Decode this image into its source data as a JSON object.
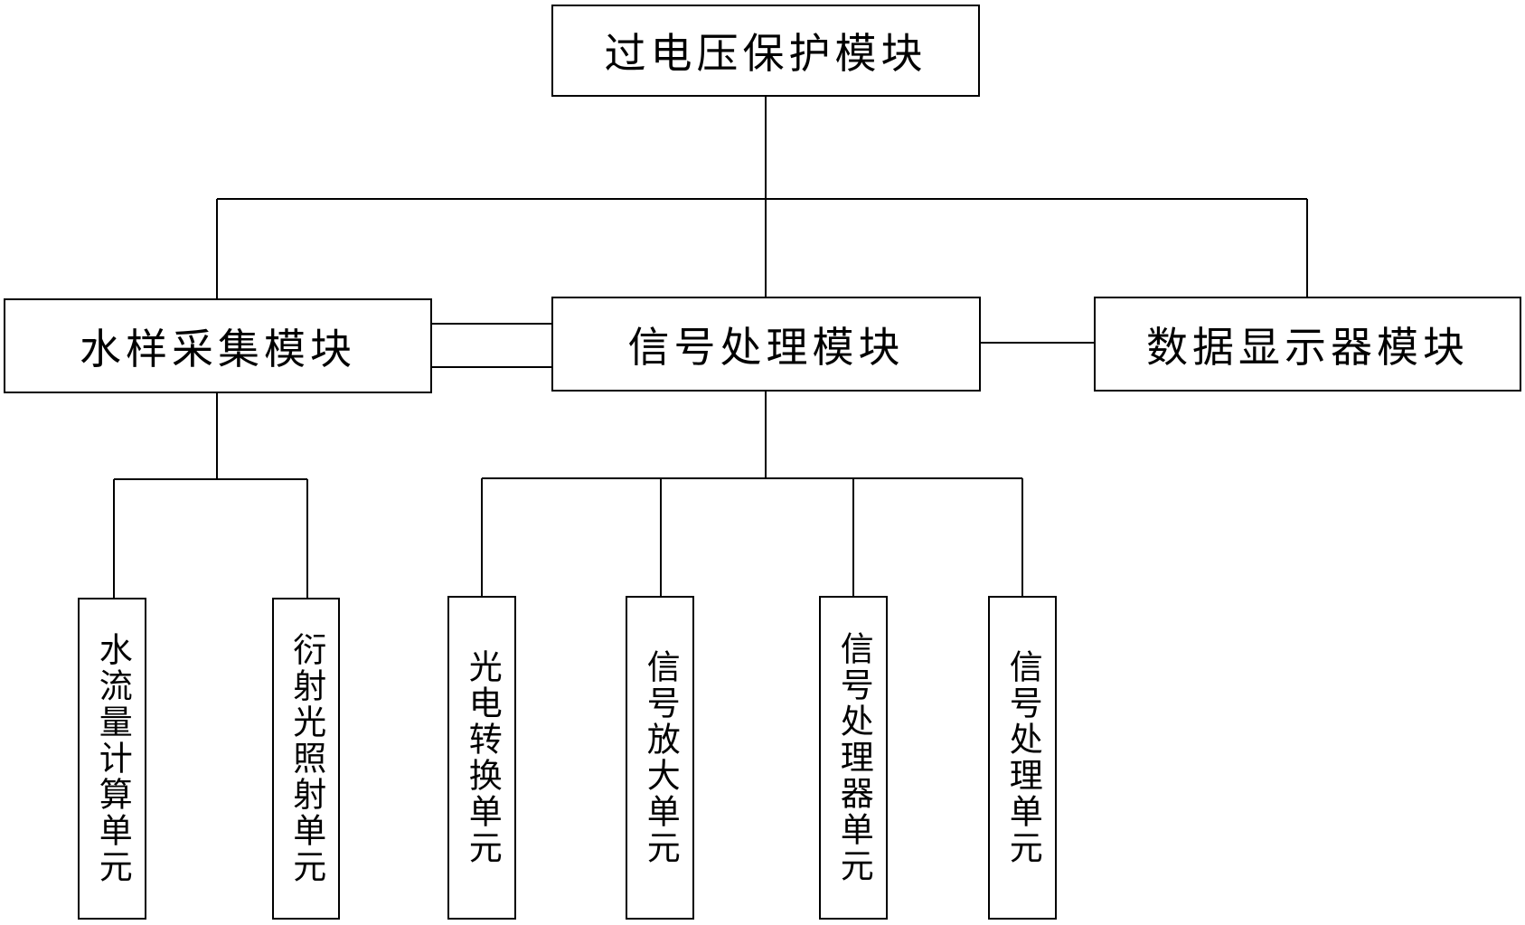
{
  "top_module": "过电压保护模块",
  "modules": {
    "water_sampling": "水样采集模块",
    "signal_processing": "信号处理模块",
    "data_display": "数据显示器模块"
  },
  "water_sampling_units": [
    "水流量计算单元",
    "衍射光照射单元"
  ],
  "signal_processing_units": [
    "光电转换单元",
    "信号放大单元",
    "信号处理器单元",
    "信号处理单元"
  ]
}
